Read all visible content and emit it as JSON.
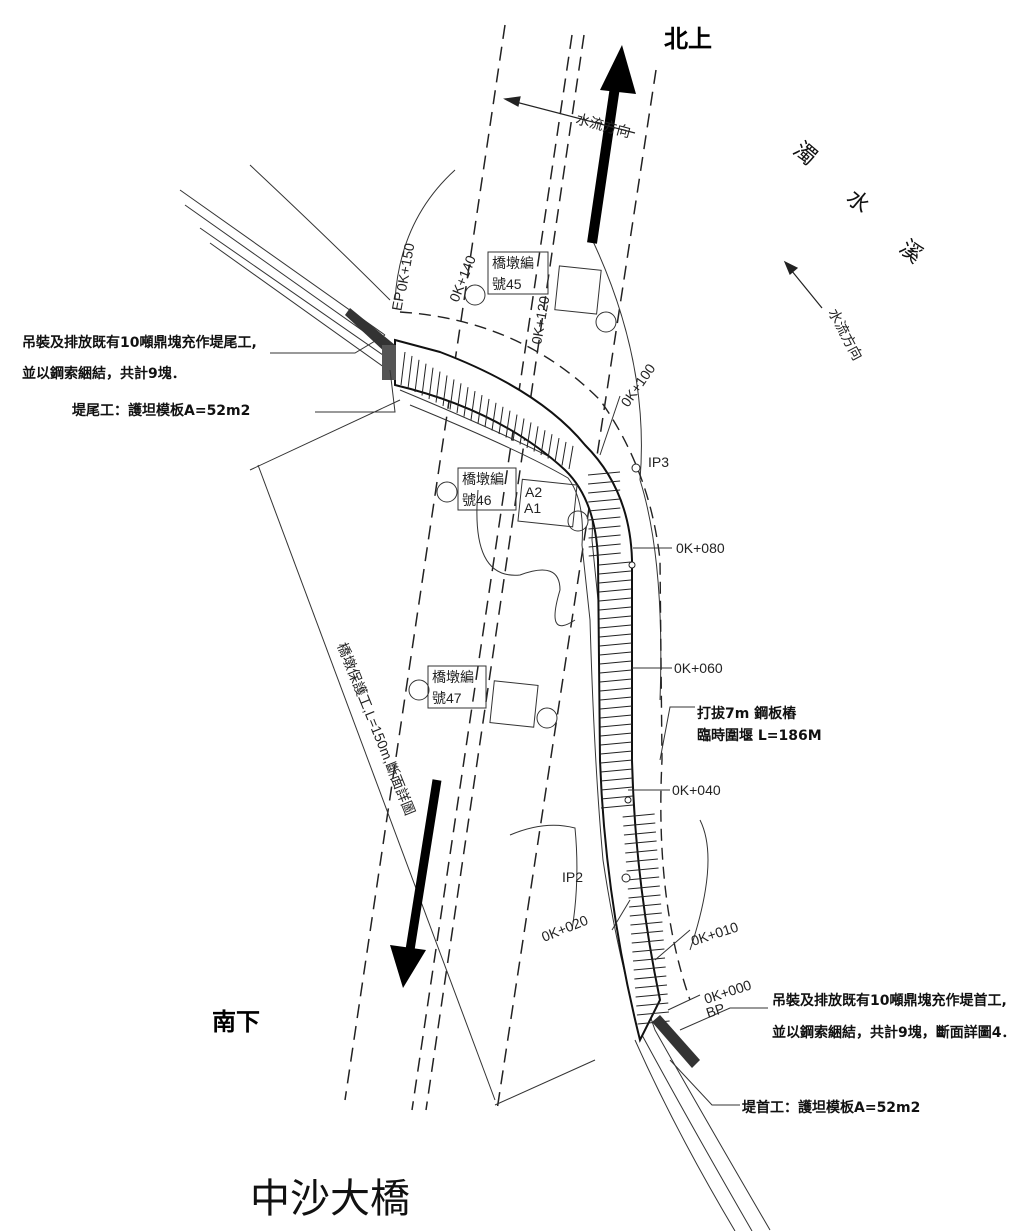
{
  "title": "中沙大橋",
  "directions": {
    "north": "北上",
    "south": "南下"
  },
  "river_name": [
    "濁",
    "水",
    "溪"
  ],
  "flow_direction": "水流方向",
  "notes": {
    "tail_note_line1": "吊裝及排放既有10噸鼎塊充作堤尾工,",
    "tail_note_line2": "並以鋼索綑結，共計9塊．",
    "tail_area": "堤尾工：護坦模板A=52m2",
    "head_note_line1": "吊裝及排放既有10噸鼎塊充作堤首工,",
    "head_note_line2": "並以鋼索綑結，共計9塊，斷面詳圖4．",
    "head_area": "堤首工：護坦模板A=52m2",
    "sheet_pile_line1": "打拔7m 鋼板樁",
    "sheet_pile_line2": "臨時圍堰 L=186M",
    "pier_protection": "橋墩保護工,L=150m,斷面詳圖"
  },
  "stations": [
    "0K+150",
    "0K+140",
    "0K+120",
    "0K+100",
    "0K+080",
    "0K+060",
    "0K+040",
    "0K+020",
    "0K+010",
    "0K+000"
  ],
  "points": {
    "ep": "EP",
    "bp": "BP",
    "ip3": "IP3",
    "ip2": "IP2",
    "a1": "A1",
    "a2": "A2"
  },
  "piers": [
    {
      "line1": "橋墩編",
      "line2": "號45"
    },
    {
      "line1": "橋墩編",
      "line2": "號46"
    },
    {
      "line1": "橋墩編",
      "line2": "號47"
    }
  ]
}
